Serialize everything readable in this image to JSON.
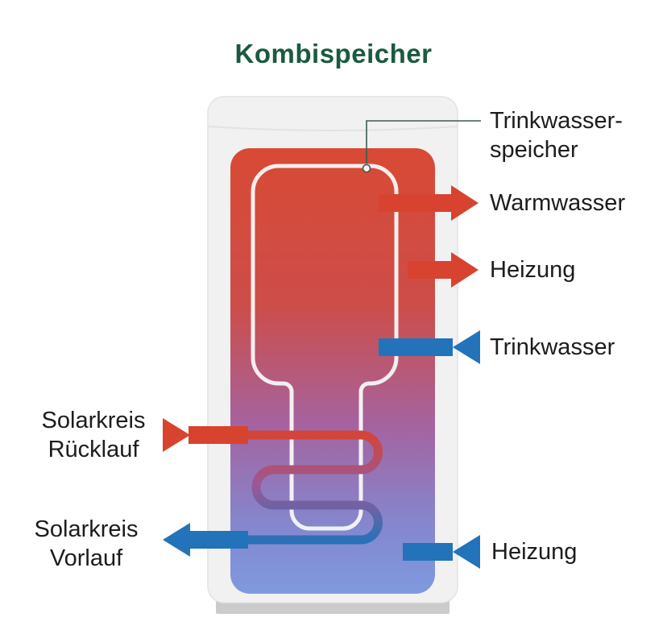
{
  "title": "Kombispeicher",
  "tank": {
    "inner_label": {
      "line1": "Trinkwasser-",
      "line2": "speicher"
    }
  },
  "flows": {
    "warmwasser": {
      "label": "Warmwasser",
      "direction": "out-right",
      "color": "#d8432f"
    },
    "heizung_top": {
      "label": "Heizung",
      "direction": "out-right",
      "color": "#d8432f"
    },
    "trinkwasser": {
      "label": "Trinkwasser",
      "direction": "in-left",
      "color": "#2273b9"
    },
    "solar_ruecklauf": {
      "label_line1": "Solarkreis",
      "label_line2": "Rücklauf",
      "direction": "in-right",
      "color": "#d8432f"
    },
    "solar_vorlauf": {
      "label_line1": "Solarkreis",
      "label_line2": "Vorlauf",
      "direction": "out-left",
      "color": "#2273b9"
    },
    "heizung_bottom": {
      "label": "Heizung",
      "direction": "in-left",
      "color": "#2273b9"
    }
  },
  "colors": {
    "title_green": "#1a5a41",
    "warm_red": "#d8432f",
    "cold_blue": "#2273b9",
    "text_dark": "#1c1c1c",
    "tank_shell": "#f1f1f2",
    "tank_outline": "#e2e2e2",
    "tank_base": "#cbcbcb",
    "inner_outline": "#f7f7f7",
    "pointer_line": "#3a5c50",
    "coil_mid": "#9a5898",
    "gradient": {
      "top": "#d84a35",
      "mid1": "#cd4d49",
      "mid2": "#a5639f",
      "mid3": "#8487cf",
      "bottom": "#7f9ade"
    }
  }
}
